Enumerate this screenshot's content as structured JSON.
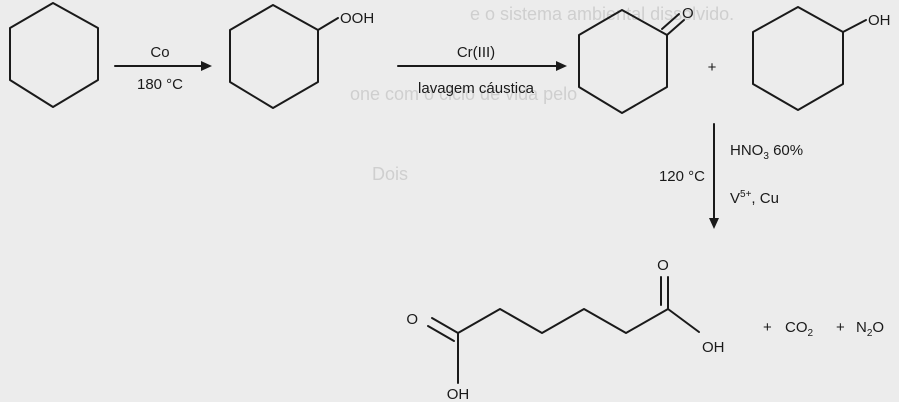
{
  "colors": {
    "background": "#ececec",
    "ink": "#1a1a1a"
  },
  "step1": {
    "catalyst": "Co",
    "temperature": "180 °C"
  },
  "hydroperoxide": {
    "group": "OOH"
  },
  "step2": {
    "catalyst": "Cr(III)",
    "condition": "lavagem cáustica"
  },
  "ketone": {
    "atom": "O"
  },
  "plus": "+",
  "alcohol": {
    "group": "OH"
  },
  "step3": {
    "temperature": "120 °C",
    "reagent_main": "HNO",
    "reagent_sub": "3",
    "reagent_conc": " 60%",
    "catalyst_main": "V",
    "catalyst_sup": "5+",
    "catalyst_rest": ", Cu"
  },
  "adipic_acid": {
    "o_top_right": "O",
    "oh_right": "OH",
    "o_left": "O",
    "oh_bottom_left": "OH"
  },
  "byproducts": {
    "plus1": "+",
    "co2_main": "CO",
    "co2_sub": "2",
    "plus2": "+",
    "n2o_main": "N",
    "n2o_sub": "2",
    "n2o_end": "O"
  },
  "background_text": {
    "line1": "e o sistema ambiental dissolvido.",
    "line2": "one com o ciclo de vida pelo",
    "line3": "Dois"
  }
}
